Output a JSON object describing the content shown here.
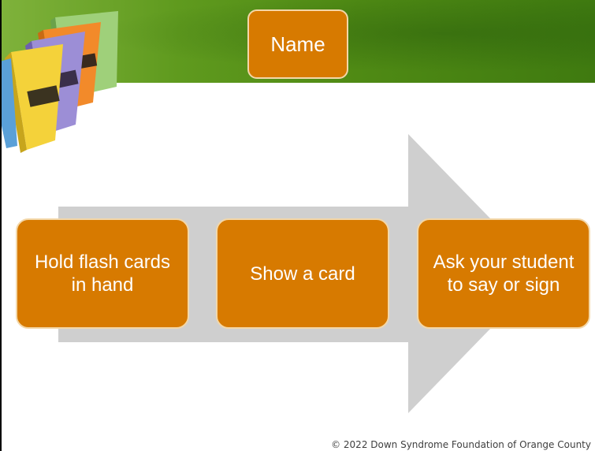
{
  "title": "Name",
  "steps": [
    "Hold flash cards in hand",
    "Show a card",
    "Ask your student to say or sign"
  ],
  "footer": "© 2022 Down Syndrome Foundation of Orange County",
  "colors": {
    "box_fill": "#d77a00",
    "box_border": "#f3d7a8",
    "arrow": "#cfcfcf",
    "header_green": "#5f9a1e"
  }
}
